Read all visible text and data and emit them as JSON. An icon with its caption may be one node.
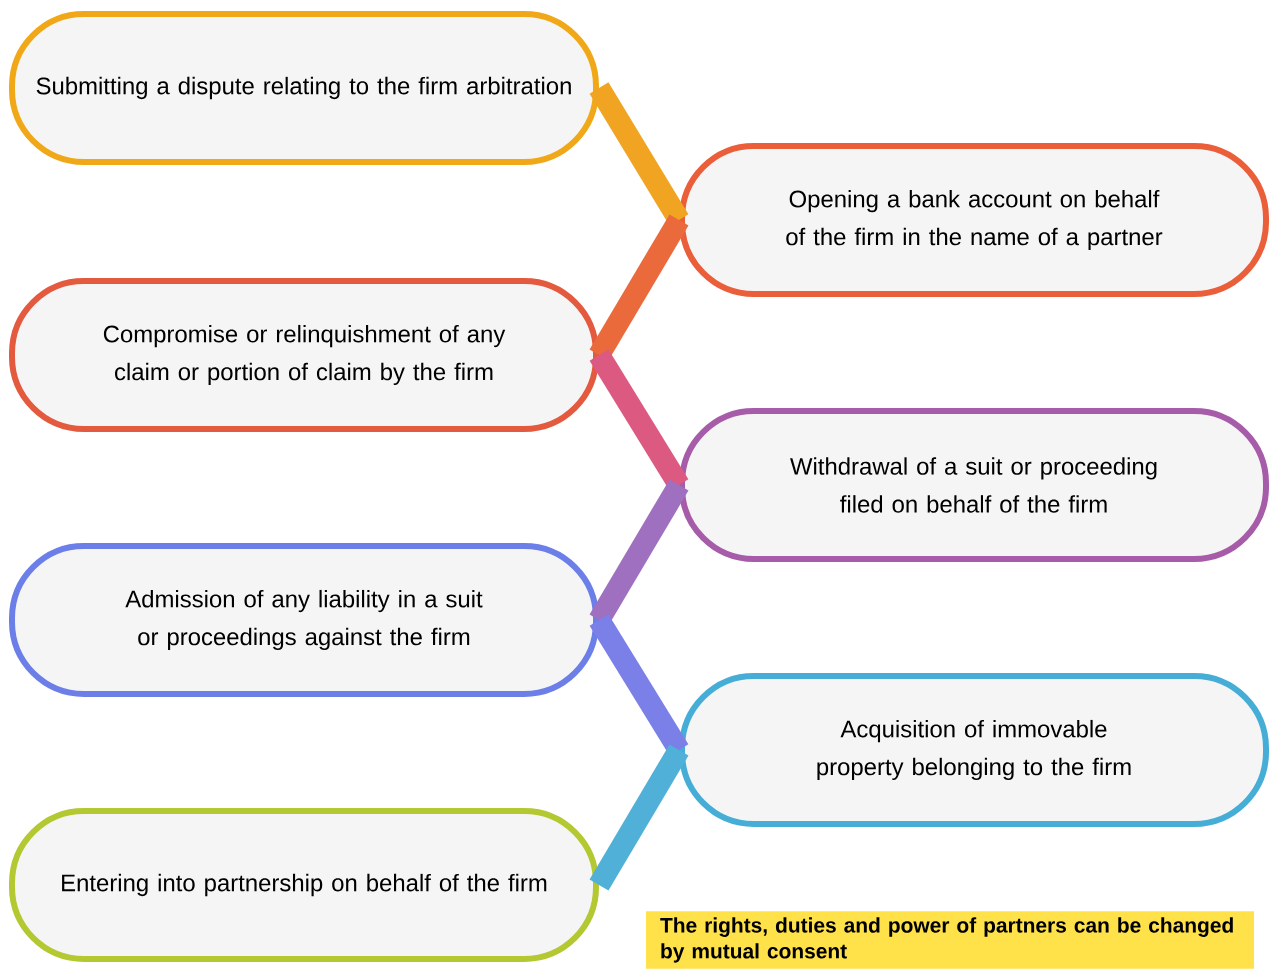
{
  "diagram": {
    "nodes": [
      {
        "text": [
          "Submitting a dispute relating to the firm arbitration"
        ]
      },
      {
        "text": [
          "Opening a bank account on behalf of the firm in the name of a partner"
        ]
      },
      {
        "text": [
          "Compromise or relinquishment of any claim or portion of claim by the firm"
        ]
      },
      {
        "text": [
          "Withdrawal of a suit or proceeding filed on behalf of the firm"
        ]
      },
      {
        "text": [
          "Admission of any liability in a suit or proceedings against the firm"
        ]
      },
      {
        "text": [
          "Acquisition of immovable property belonging to the firm"
        ]
      },
      {
        "text": [
          "Entering into partnership on behalf of the firm"
        ]
      },
      {
        "text": [
          "The rights, duties and power of partners can be changed by mutual consent"
        ]
      }
    ],
    "edges": [
      {
        "from": 0,
        "to": 1,
        "arrow": "none",
        "color": "#f0a422"
      },
      {
        "from": 1,
        "to": 2,
        "arrow": "none",
        "color": "#eb6a3c"
      },
      {
        "from": 2,
        "to": 3,
        "arrow": "none",
        "color": "#dc5a82"
      },
      {
        "from": 3,
        "to": 4,
        "arrow": "none",
        "color": "#a070c0"
      },
      {
        "from": 4,
        "to": 5,
        "arrow": "none",
        "color": "#7a80e8"
      },
      {
        "from": 5,
        "to": 6,
        "arrow": "none",
        "color": "#50b0d8"
      }
    ]
  }
}
